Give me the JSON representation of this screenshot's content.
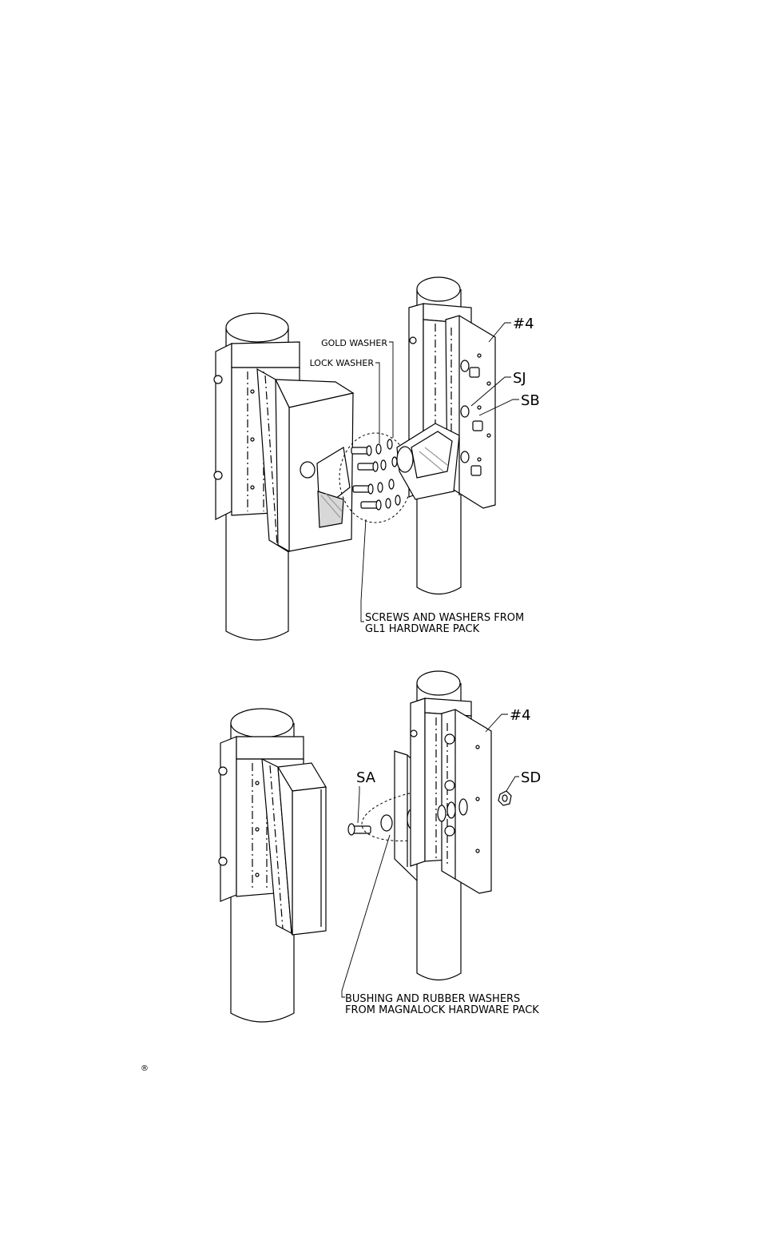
{
  "top_assembly": {
    "label_gold_washer": "GOLD WASHER",
    "label_lock_washer": "LOCK WASHER",
    "label_plate": "#4",
    "label_sj": "SJ",
    "label_sb": "SB",
    "caption_line1": "SCREWS AND WASHERS FROM",
    "caption_line2": "GL1 HARDWARE PACK"
  },
  "bottom_assembly": {
    "label_plate": "#4",
    "label_sa": "SA",
    "label_sd": "SD",
    "caption_line1": "BUSHING AND RUBBER WASHERS",
    "caption_line2": "FROM MAGNALOCK HARDWARE PACK"
  },
  "footer": {
    "registered_mark": "®"
  },
  "colors": {
    "line": "#000000",
    "paper": "#ffffff",
    "hatch": "#9a9a9a"
  }
}
